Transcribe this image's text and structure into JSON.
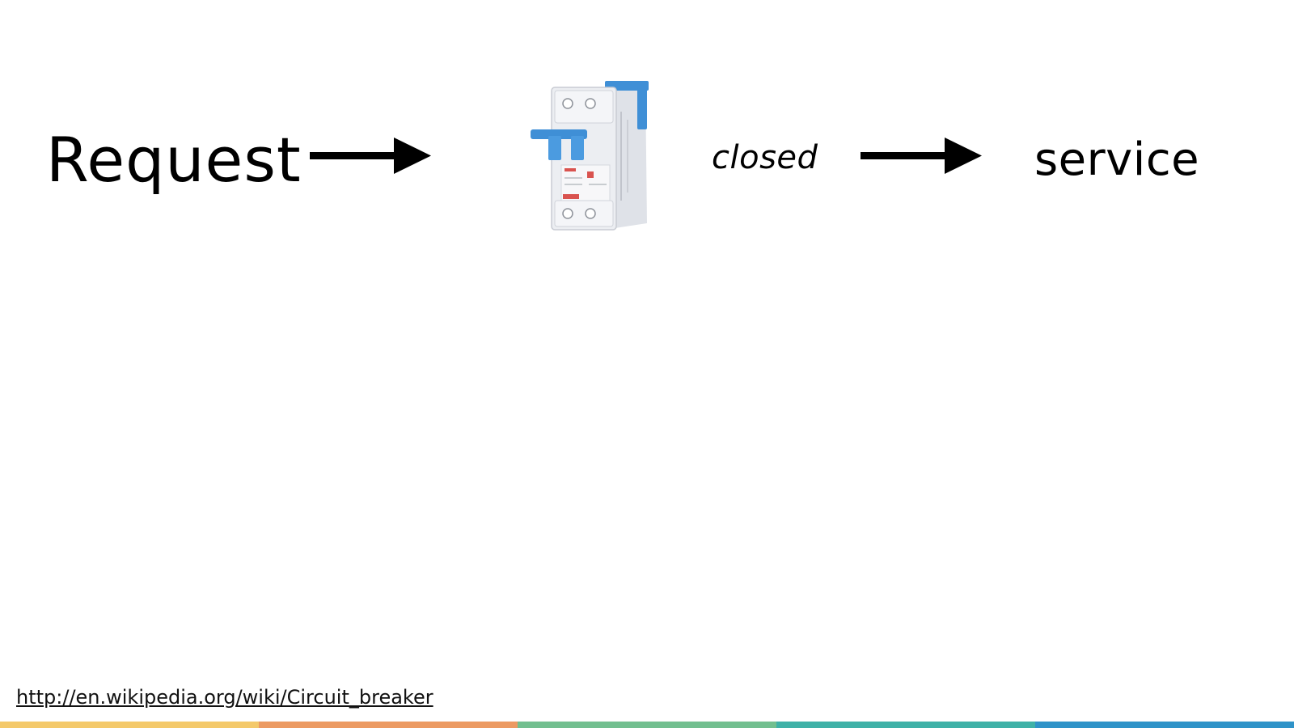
{
  "diagram": {
    "request_label": "Request",
    "state_label": "closed",
    "service_label": "service",
    "breaker_image": "circuit-breaker-photo"
  },
  "footer": {
    "source_link": "http://en.wikipedia.org/wiki/Circuit_breaker"
  },
  "colors": {
    "bar_segments": [
      "#f4c96a",
      "#ec9a62",
      "#72bf8f",
      "#3fb1a7",
      "#2f93c8"
    ],
    "breaker_accent": "#3f8fd6",
    "breaker_body": "#eceef2"
  }
}
